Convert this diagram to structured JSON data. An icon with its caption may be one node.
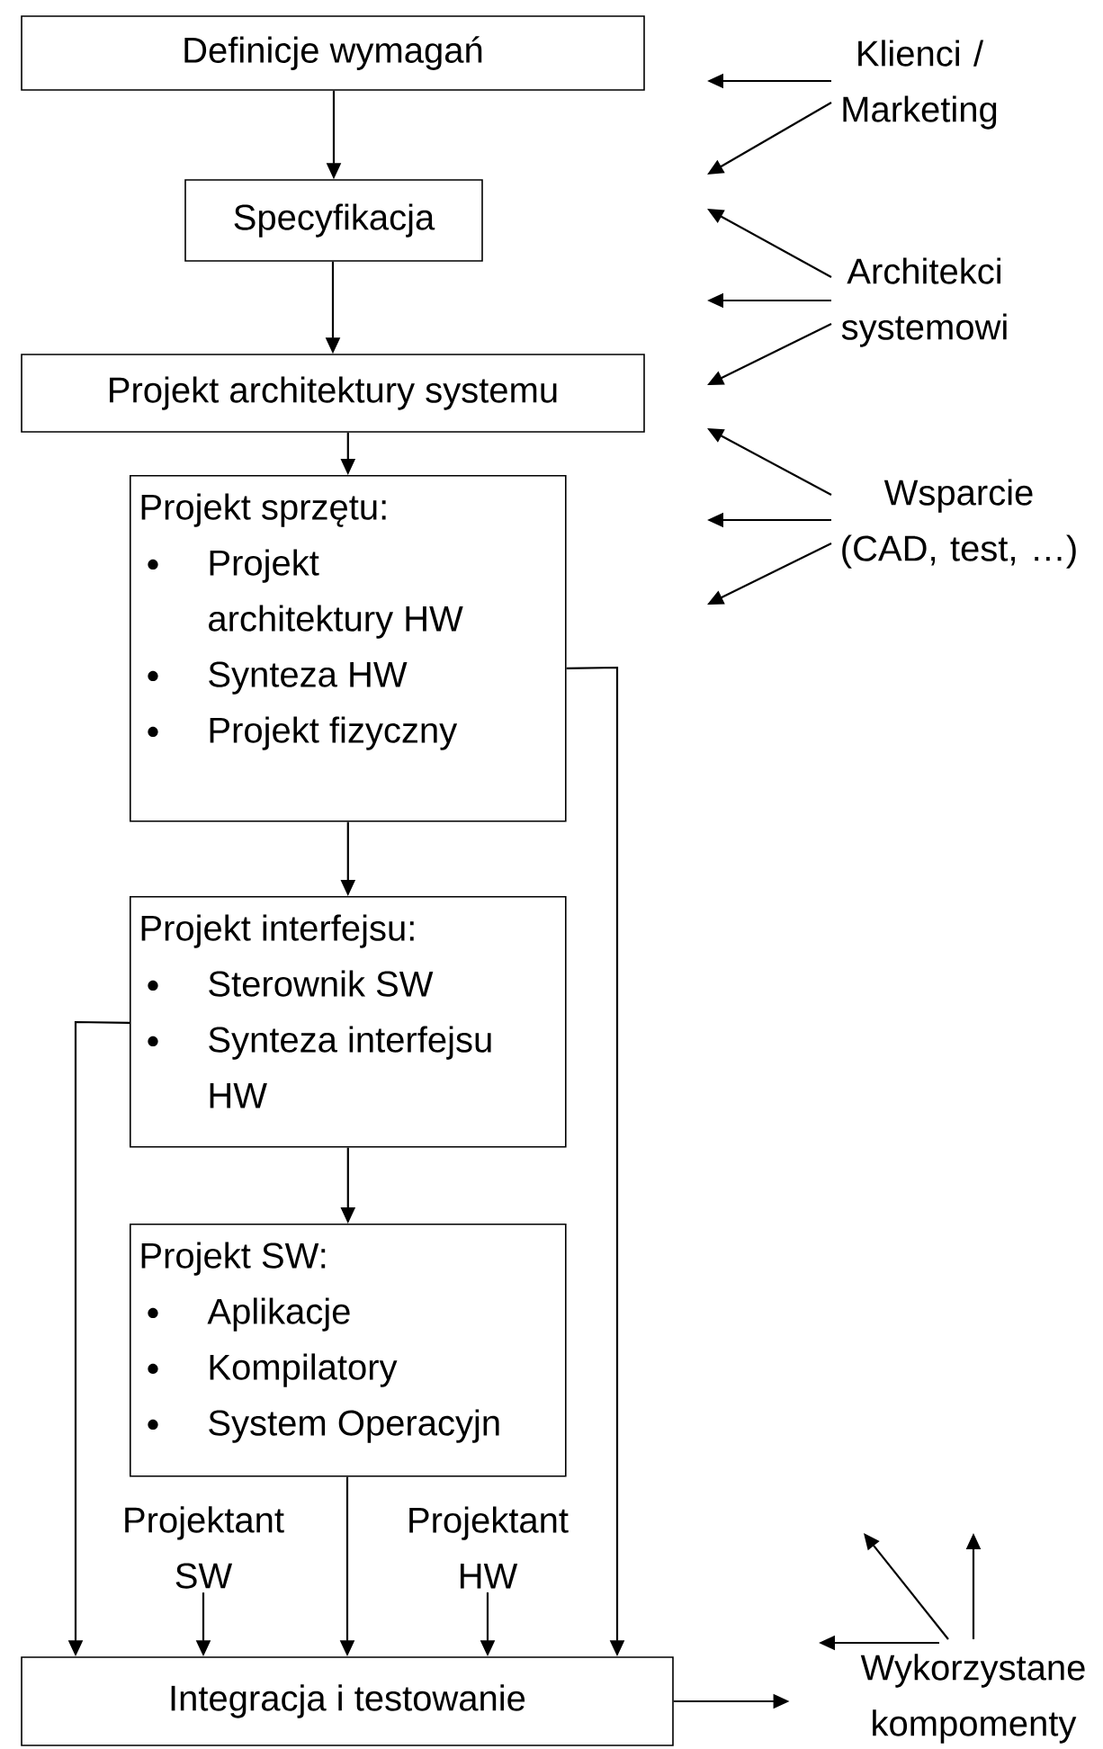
{
  "diagram": {
    "nodes": [
      {
        "text": [
          "Definicje wymagań"
        ]
      },
      {
        "text": [
          "Specyfikacja"
        ]
      },
      {
        "text": [
          "Projekt architektury systemu"
        ]
      },
      {
        "text": [
          "Projekt sprzętu:",
          "Projekt architektury HW",
          "Synteza HW",
          "Projekt fizyczny"
        ]
      },
      {
        "text": [
          "Projekt interfejsu:",
          "Sterownik SW",
          "Synteza interfejsu HW"
        ]
      },
      {
        "text": [
          "Projekt SW:",
          "Aplikacje",
          "Kompilatory",
          "System Operacyjn"
        ]
      },
      {
        "text": [
          "Integracja i testowanie"
        ]
      },
      {
        "text": [
          "Klienci / Marketing"
        ]
      },
      {
        "text": [
          "Architekci systemowi"
        ]
      },
      {
        "text": [
          "Wsparcie (CAD, test, …)"
        ]
      },
      {
        "text": [
          "Projektant SW"
        ]
      },
      {
        "text": [
          "Projektant HW"
        ]
      },
      {
        "text": [
          "Wykorzystane kompomenty"
        ]
      }
    ],
    "edges": [
      {
        "from": 0,
        "to": 1,
        "arrow": "to"
      },
      {
        "from": 1,
        "to": 2,
        "arrow": "to"
      },
      {
        "from": 2,
        "to": 3,
        "arrow": "to"
      },
      {
        "from": 3,
        "to": 4,
        "arrow": "to"
      },
      {
        "from": 4,
        "to": 5,
        "arrow": "to"
      },
      {
        "from": 5,
        "to": 6,
        "arrow": "to"
      },
      {
        "from": 3,
        "to": 6,
        "arrow": "to"
      },
      {
        "from": 4,
        "to": 6,
        "arrow": "to"
      },
      {
        "from": 10,
        "to": 6,
        "arrow": "to"
      },
      {
        "from": 11,
        "to": 6,
        "arrow": "to"
      },
      {
        "from": 6,
        "to": 12,
        "arrow": "to"
      },
      {
        "from": 7,
        "to": null,
        "arrow": "to"
      },
      {
        "from": 7,
        "to": null,
        "arrow": "to"
      },
      {
        "from": 8,
        "to": null,
        "arrow": "to"
      },
      {
        "from": 8,
        "to": null,
        "arrow": "to"
      },
      {
        "from": 8,
        "to": null,
        "arrow": "to"
      },
      {
        "from": 9,
        "to": null,
        "arrow": "to"
      },
      {
        "from": 9,
        "to": null,
        "arrow": "to"
      },
      {
        "from": 9,
        "to": null,
        "arrow": "to"
      },
      {
        "from": 12,
        "to": null,
        "arrow": "to"
      },
      {
        "from": 12,
        "to": null,
        "arrow": "to"
      },
      {
        "from": 12,
        "to": null,
        "arrow": "to"
      }
    ]
  }
}
